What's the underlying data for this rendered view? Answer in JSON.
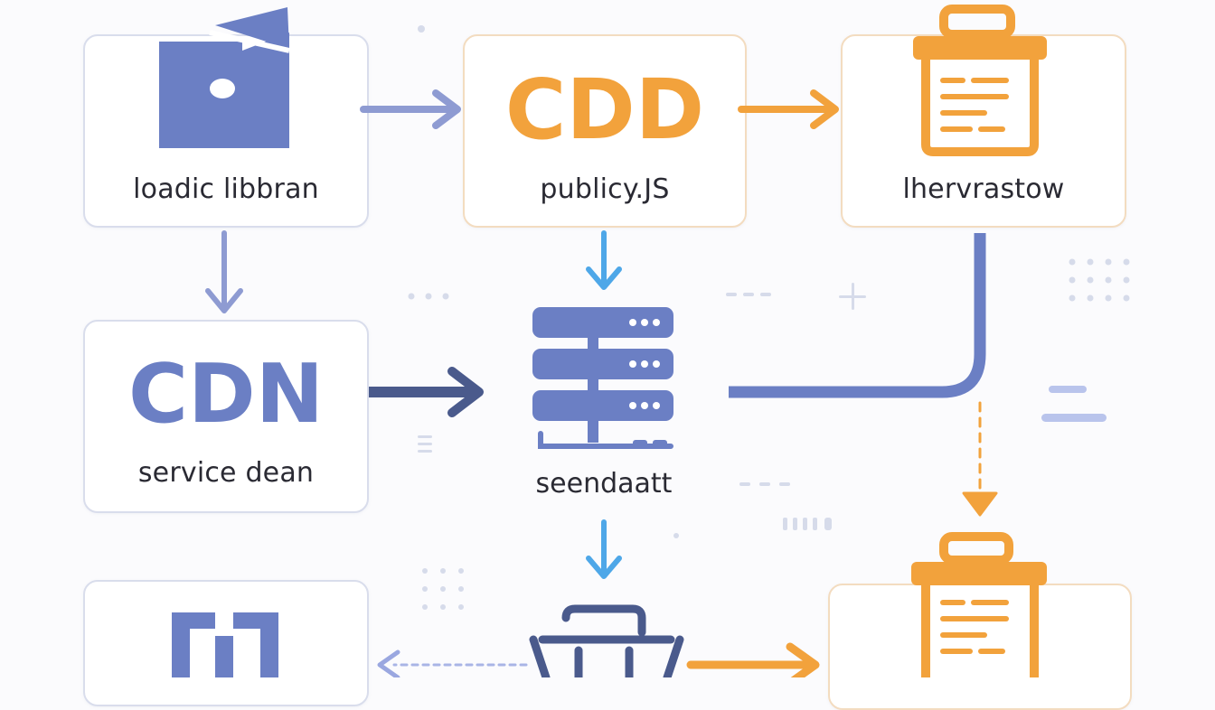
{
  "nodes": {
    "load": {
      "label": "loadic libbran"
    },
    "cdd": {
      "badge": "CDD",
      "label": "publicy.JS"
    },
    "harvest": {
      "label": "lhervrastow"
    },
    "cdn": {
      "badge": "CDN",
      "label": "service dean"
    },
    "server": {
      "label": "seendaatt"
    }
  },
  "colors": {
    "blue": "#6b7fc4",
    "navy": "#4a5a8c",
    "orange": "#f2a23c",
    "sky": "#4ea7e8",
    "border_blue": "#d9ddec",
    "border_orange": "#f3dcc0"
  }
}
